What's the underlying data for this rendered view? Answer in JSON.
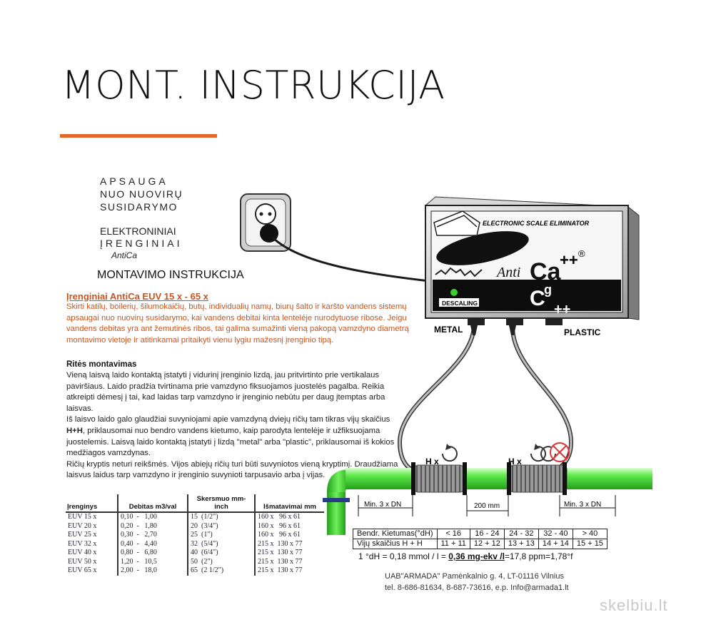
{
  "slide": {
    "title": "MONT. INSTRUKCIJA",
    "accent": "#e0662a"
  },
  "header": {
    "line1": "APSAUGA",
    "line2": "NUO NUOVIRŲ",
    "line3": "SUSIDARYMO",
    "line4": "ELEKTRONINIAI",
    "line5": "ĮRENGINIAI",
    "brand": "AntiCa",
    "instructions": "MONTAVIMO INSTRUKCIJA"
  },
  "product": {
    "title": "Įrenginiai  AntiCa  EUV 15 x -  65 x",
    "intro": "Skirti katilų, boilerių, šilumokaičių, butų, individualių namų, biurų šalto ir karšto vandens sistemų apsaugai nuo nuovirų susidarymo, kai vandens debitai kinta lentelėje nurodytuose ribose. Jeigu vandens  debitas yra ant žemutinės ribos, tai galima sumažinti vieną pakopą vamzdyno diametrą montavimo vietoje ir atitinkamai pritaikyti vienu lygiu mažesnį įrenginio tipą."
  },
  "section": {
    "heading": "Ritės montavimas",
    "p1": "Vieną laisvą laido kontaktą įstatyti į vidurinį įrenginio lizdą, jau pritvirtinto prie vertikalaus paviršiaus. Laido pradžia tvirtinama prie vamzdyno fiksuojamos juostelės pagalba. Reikia atkreipti dėmesį į tai, kad laidas tarp vamzdyno ir įrenginio nebūtu per daug įtemptas arba laisvas.",
    "p2a": "Iš laisvo laido galo glaudžiai suvyniojami apie vamzdyną dviejų ričių tam tikras vijų skaičius ",
    "p2b": "H+H",
    "p2c": ", priklausomai nuo bendro vandens kietumo, kaip parodyta lentelėje ir užfiksuojama juostelemis. Laisvą laido kontaktą įstatyti į lizdą \"metal\" arba \"plastic\", priklausomai iš kokios medžiagos vamzdynas.",
    "p3": "Ričių kryptis neturi reikšmės. Vijos abiejų ričių turi būti suvyniotos vieną kryptimį. Draudžiama laisvus laidus tarp vamzdyno ir įrenginio suvynioti tarpusavio arba į vijas."
  },
  "spec_table": {
    "headers": [
      "Įrenginys",
      "Debitas m3/val",
      "Skersmuo mm-inch",
      "Išmatavimai mm"
    ],
    "rows": [
      [
        "EUV 15 x",
        "0,10  -   1,00",
        "15  (1/2\")",
        "160 x   96 x 61"
      ],
      [
        "EUV 20 x",
        "0,20  -   1,80",
        "20  (3/4\")",
        "160 x   96 x 61"
      ],
      [
        "EUV 25 x",
        "0,30  -   2,70",
        "25  (1\")",
        "160 x   96 x 61"
      ],
      [
        "EUV 32 x",
        "0,40  -   4,40",
        "32  (5/4\")",
        "215 x  130 x 77"
      ],
      [
        "EUV 40 x",
        "0,80  -   6,80",
        "40  (6/4\")",
        "215 x  130 x 77"
      ],
      [
        "EUV 50 x",
        "1,20  -   10,5",
        "50  (2\")",
        "215 x  130 x 77"
      ],
      [
        "EUV 65 x",
        "2,00  -   18,0",
        "65  (2 1/2\")",
        "215 x  130 x 77"
      ]
    ]
  },
  "device": {
    "banner": "ELECTRONIC SCALE ELIMINATOR",
    "brand_a": "Anti",
    "brand_b": "Ca",
    "brand_sup": "++",
    "registered": "®",
    "brand2": "C",
    "brand2_sup": "g",
    "brand2_sub": "++",
    "led_label": "DESCALING",
    "metal": "METAL",
    "plastic": "PLASTIC"
  },
  "diagram": {
    "coil_label": "H x",
    "dim_left": "Min. 3 x DN",
    "dim_mid": "200 mm",
    "dim_right": "Min. 3 x DN"
  },
  "hardness_table": {
    "row1": [
      "Bendr. Kietumas(°dH)",
      "< 16",
      "16 - 24",
      "24 - 32",
      "32 - 40",
      "> 40"
    ],
    "row2": [
      "Vijų skaičius   H + H",
      "11 + 11",
      "12 + 12",
      "13 + 13",
      "14 + 14",
      "15 + 15"
    ]
  },
  "formula": {
    "a": "1 °dH = 0,18 mmol / l = ",
    "b": "0,36 mg-ekv /l",
    "c": "=17,8 ppm=1,78°f"
  },
  "contact": {
    "company": "UAB\"ARMADA\" Pamėnkalnio g. 4, LT-01116 Vilnius",
    "phones": "tel. 8-686-81634, 8-687-73616, e.p. Info@armada1.lt"
  },
  "watermark": "skelbiu.lt"
}
